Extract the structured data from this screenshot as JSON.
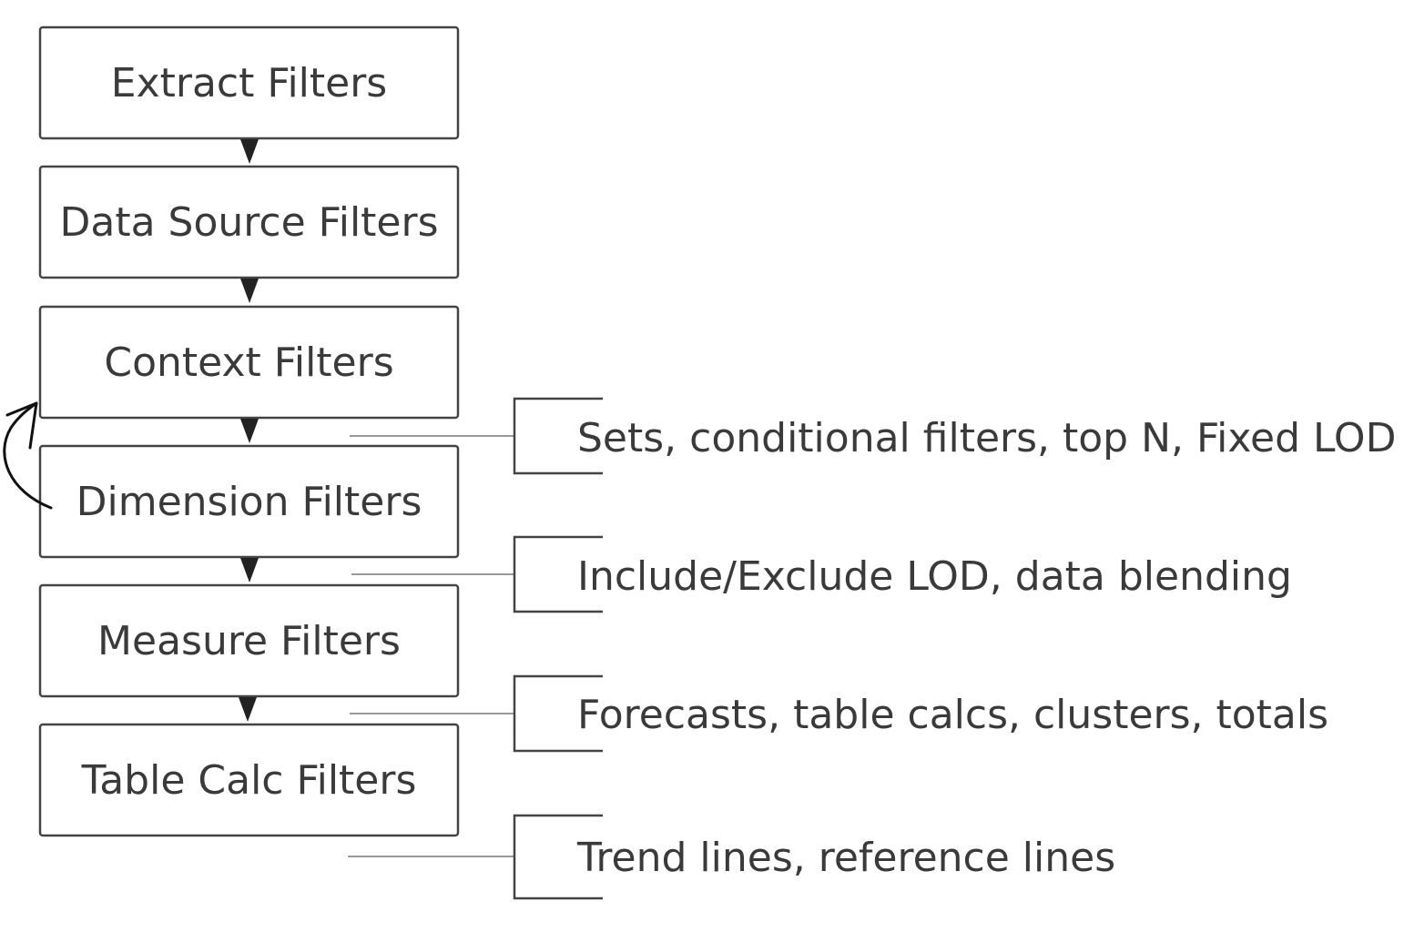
{
  "flow": {
    "steps": [
      "Extract Filters",
      "Data Source Filters",
      "Context Filters",
      "Dimension Filters",
      "Measure Filters",
      "Table Calc Filters"
    ]
  },
  "annotations": [
    "Sets, conditional filters, top N, Fixed LOD",
    "Include/Exclude LOD, data blending",
    "Forecasts, table calcs, clusters, totals",
    "Trend lines, reference lines"
  ],
  "colors": {
    "box_border": "#444444",
    "text": "#3a3a3a",
    "leader_line": "#9a9a9a",
    "connector": "#222222"
  }
}
